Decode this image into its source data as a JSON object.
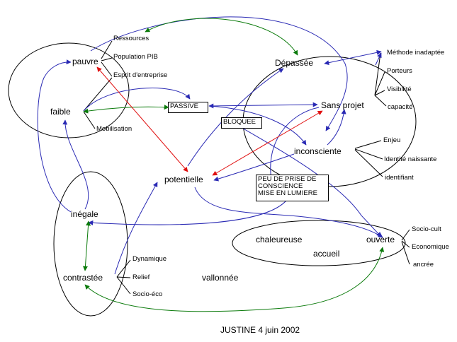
{
  "nodes": {
    "pauvre": "pauvre",
    "faible": "faible",
    "depassee": "Dépassée",
    "sans_projet": "Sans projet",
    "inconsciente": "inconsciente",
    "potentielle": "potentielle",
    "inegale": "inégale",
    "contrastee": "contrastée",
    "vallonnee": "vallonnée",
    "chaleureuse": "chaleureuse",
    "ouverte": "ouverte",
    "accueil": "accueil"
  },
  "labels": {
    "ressources": "Ressources",
    "population_pib": "Population PIB",
    "esprit_entreprise": "Esprit d'entreprise",
    "mobilisation": "Mobilisation",
    "methode_inadaptee": "Méthode inadaptée",
    "porteurs": "Porteurs",
    "visibilite": "Visibilité",
    "capacite": "capacité",
    "enjeu": "Enjeu",
    "identite_naissante": "Identité naissante",
    "identifiant": "identifiant",
    "dynamique": "Dynamique",
    "relief": "Relief",
    "socio_eco": "Socio-éco",
    "socio_cult": "Socio-cult",
    "economique": "Economique",
    "ancree": "ancrée"
  },
  "boxes": {
    "passive": "PASSIVE",
    "bloquee": "BLOQUEE",
    "prise_line1": "PEU DE PRISE DE",
    "prise_line2": "CONSCIENCE",
    "prise_line3": "MISE EN LUMIERE"
  },
  "footer": "JUSTINE 4 juin 2002",
  "colors": {
    "blue": "#2a2ab4",
    "green": "#0a7a0a",
    "red": "#e01010",
    "black": "#000000"
  }
}
